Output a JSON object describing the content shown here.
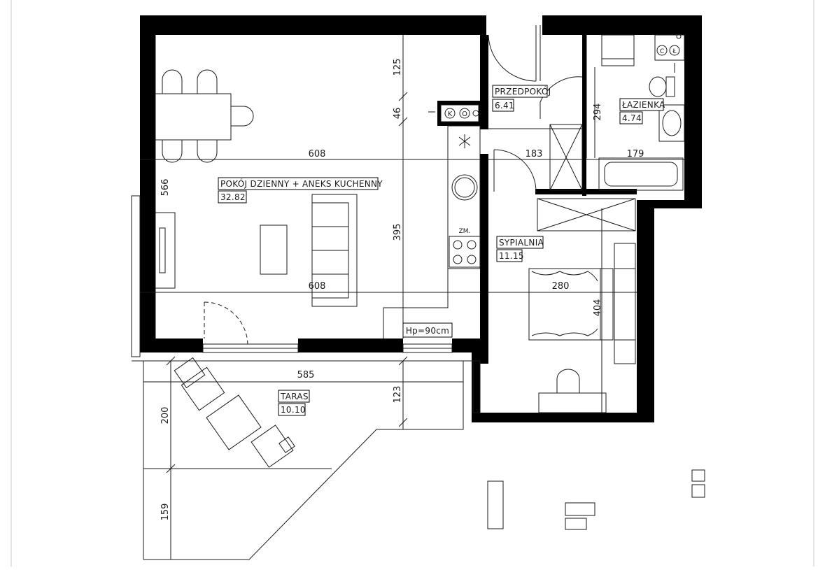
{
  "rooms": {
    "living": {
      "name": "POKÓJ DZIENNY + ANEKS KUCHENNY",
      "area": "32.82"
    },
    "hall": {
      "name": "PRZEDPOKÓJ",
      "area": "6.41"
    },
    "bath": {
      "name": "ŁAZIENKA",
      "area": "4.74"
    },
    "bedroom": {
      "name": "SYPIALNIA",
      "area": "11.15"
    },
    "terrace": {
      "name": "TARAS",
      "area": "10.10"
    }
  },
  "dimensions": {
    "d125": "125",
    "d46": "46",
    "d608_top": "608",
    "d608_bottom": "608",
    "d566": "566",
    "d395": "395",
    "d183": "183",
    "d294": "294",
    "d179": "179",
    "d280": "280",
    "d404": "404",
    "d585": "585",
    "d123": "123",
    "d200": "200",
    "d159": "159"
  },
  "notes": {
    "sill_height": "Hp=90cm",
    "boiler_k": "K",
    "boiler_o": "O",
    "fridge_zm": "ZM.",
    "meter_c": "C",
    "meter_l": "Ł"
  },
  "colors": {
    "wall": "#000000",
    "line": "#1a1a1a",
    "background": "#ffffff"
  }
}
